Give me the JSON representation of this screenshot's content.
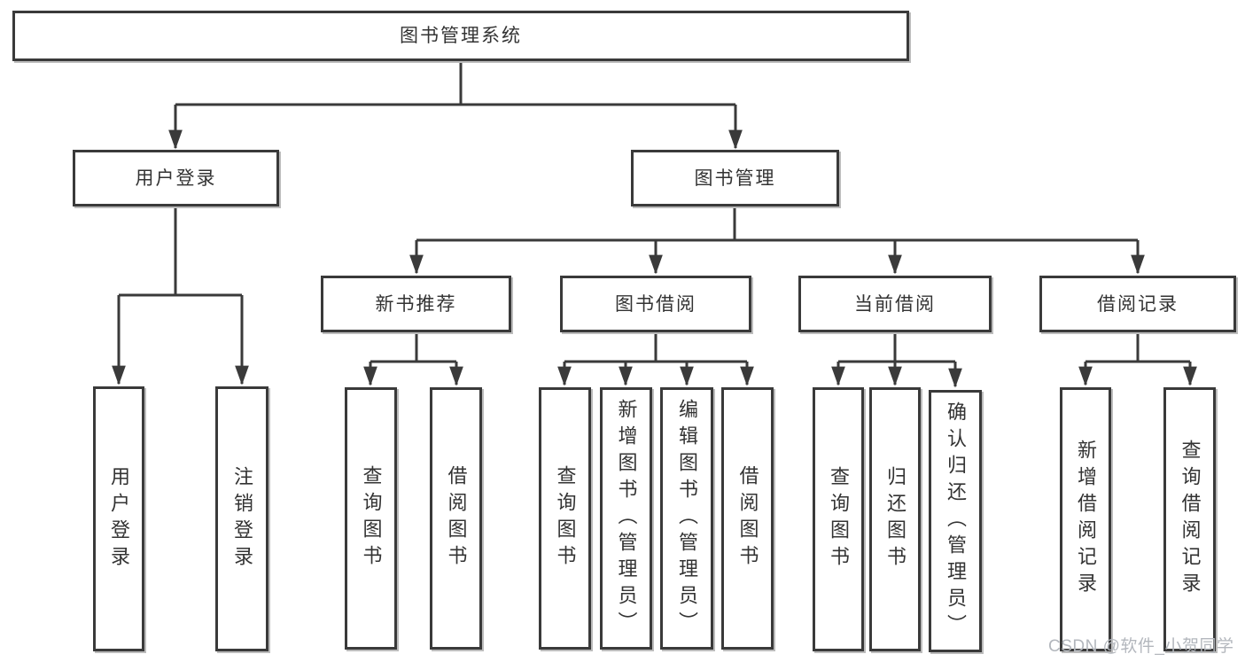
{
  "diagram": {
    "type": "hierarchy",
    "colors": {
      "line": "#3a3a3a",
      "text": "#333333",
      "box_background": "#ffffff",
      "shadow": "#bcbcbc"
    }
  },
  "tree": {
    "label": "图书管理系统",
    "children": [
      {
        "label": "用户登录",
        "children": [
          {
            "label": "用户登录"
          },
          {
            "label": "注销登录"
          }
        ]
      },
      {
        "label": "图书管理",
        "children": [
          {
            "label": "新书推荐",
            "children": [
              {
                "label": "查询图书"
              },
              {
                "label": "借阅图书"
              }
            ]
          },
          {
            "label": "图书借阅",
            "children": [
              {
                "label": "查询图书"
              },
              {
                "label": "新增图书（管理员）"
              },
              {
                "label": "编辑图书（管理员）"
              },
              {
                "label": "借阅图书"
              }
            ]
          },
          {
            "label": "当前借阅",
            "children": [
              {
                "label": "查询图书"
              },
              {
                "label": "归还图书"
              },
              {
                "label": "确认归还（管理员）"
              }
            ]
          },
          {
            "label": "借阅记录",
            "children": [
              {
                "label": "新增借阅记录"
              },
              {
                "label": "查询借阅记录"
              }
            ]
          }
        ]
      }
    ]
  },
  "watermark": {
    "text": "CSDN @软件_小贺同学",
    "color": "#b3b7bd"
  }
}
